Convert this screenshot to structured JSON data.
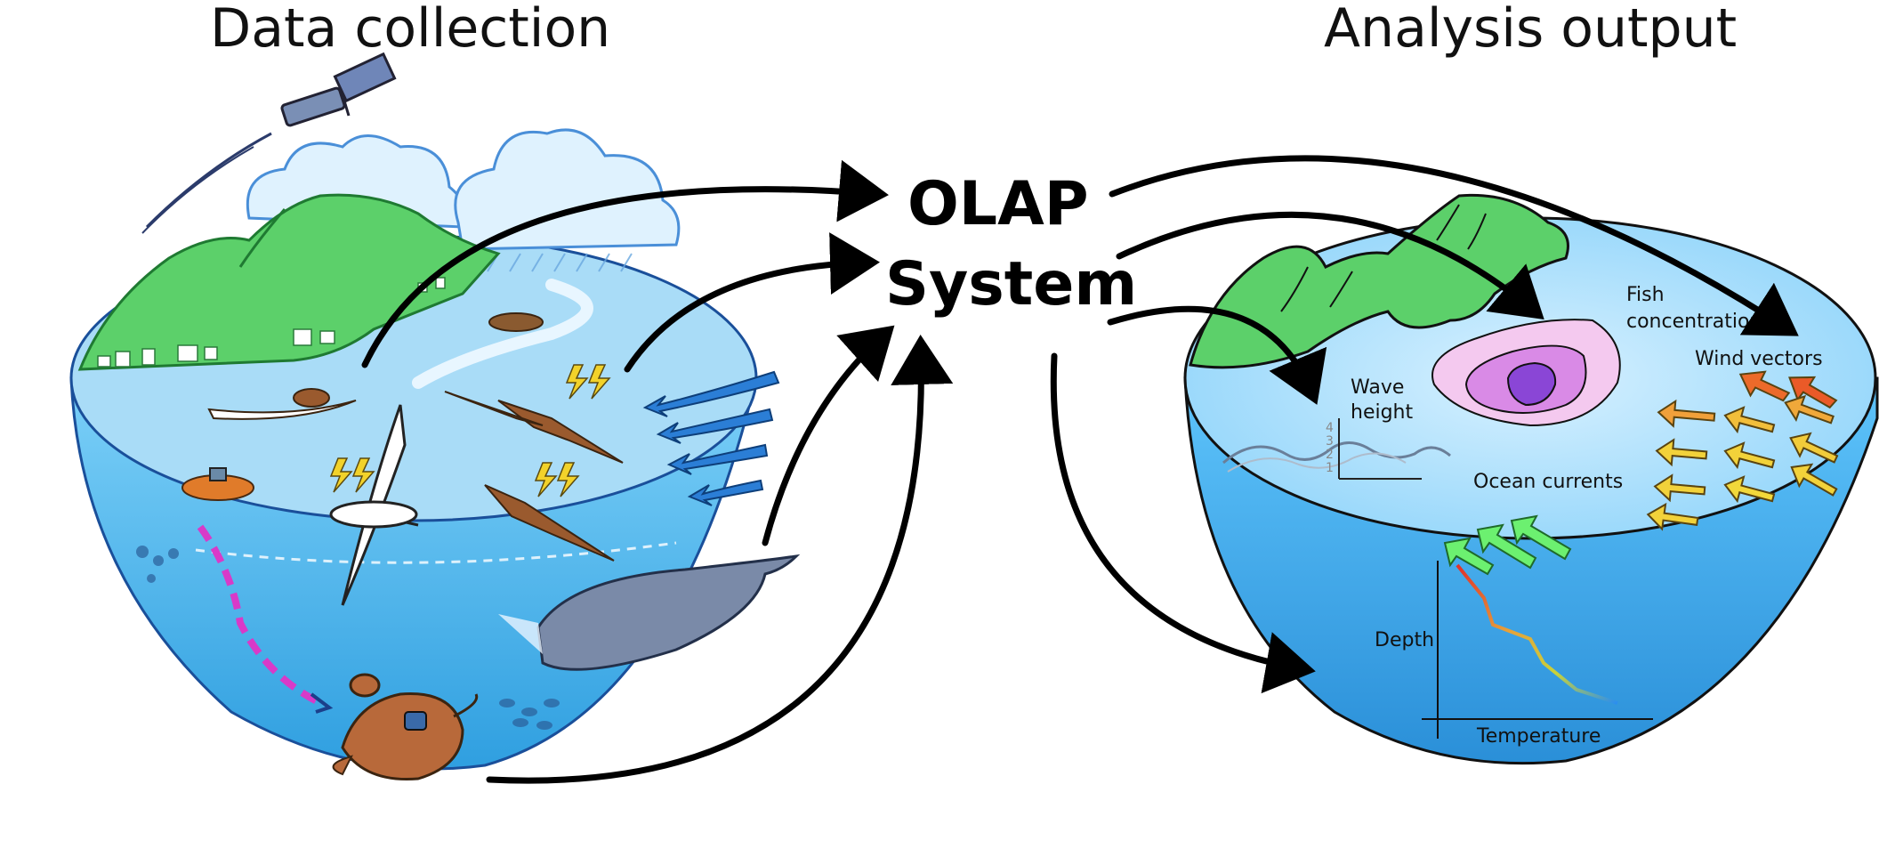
{
  "titles": {
    "left": "Data collection",
    "right": "Analysis output"
  },
  "center": {
    "line1": "OLAP",
    "line2": "System"
  },
  "output_labels": {
    "fish": [
      "Fish",
      "concentration"
    ],
    "wind": "Wind vectors",
    "wave": [
      "Wave",
      "height"
    ],
    "wave_ticks": [
      "4",
      "3",
      "2",
      "1"
    ],
    "currents": "Ocean currents",
    "depth": "Depth",
    "temperature": "Temperature"
  },
  "colors": {
    "ocean_top": "#a9dcf7",
    "ocean_side": "#4eb8f0",
    "land": "#5cd06a",
    "arrow": "#000000",
    "fish_outer": "#f4c9ef",
    "fish_mid": "#d98ae6",
    "fish_inner": "#8a46d6"
  },
  "icons": [
    "satellite-icon",
    "cloud-icon",
    "bird-icon",
    "whale-icon",
    "turtle-icon",
    "float-icon",
    "wind-arrow-icon",
    "current-arrow-icon"
  ]
}
